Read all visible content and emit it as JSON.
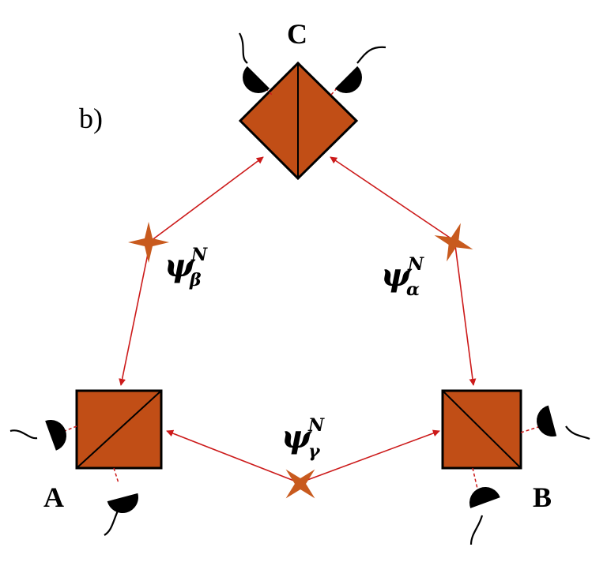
{
  "panel_label": "b)",
  "nodes": {
    "A": {
      "label": "A"
    },
    "B": {
      "label": "B"
    },
    "C": {
      "label": "C"
    }
  },
  "sources": {
    "alpha": {
      "psi": "ψ",
      "sup": "N",
      "sub": "α"
    },
    "beta": {
      "psi": "ψ",
      "sup": "N",
      "sub": "β"
    },
    "gamma": {
      "psi": "ψ",
      "sup": "N",
      "sub": "γ"
    }
  },
  "colors": {
    "beam_splitter": "#c14e16",
    "arrow": "#cc1a1a",
    "source_star": "#c85a1e",
    "detector": "#000000"
  },
  "icons": {
    "source": "four-point-star",
    "detector": "half-disc-detector",
    "splitter": "beam-splitter-cube"
  }
}
